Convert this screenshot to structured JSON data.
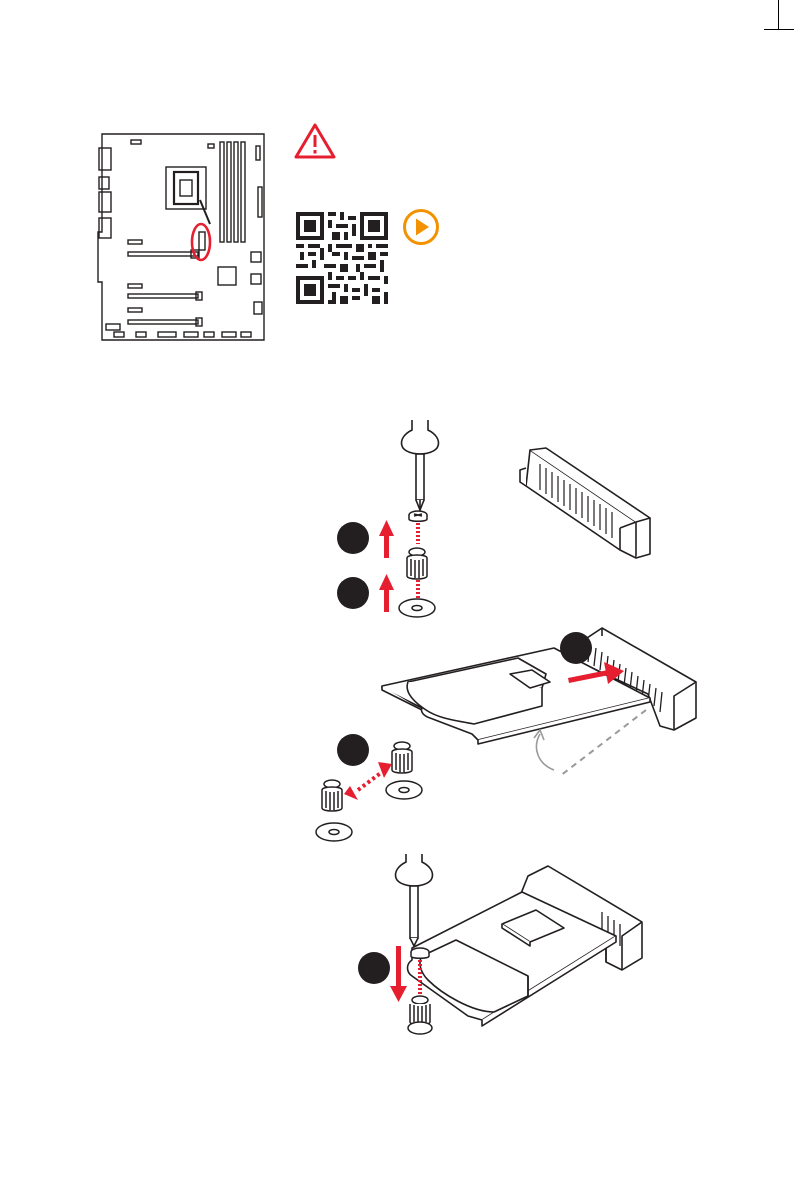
{
  "page": {
    "crop_marks": true
  },
  "overview": {
    "board_icon": "motherboard-layout-icon",
    "highlight": "m2-slot-highlight",
    "warning_icon": "warning-triangle-icon",
    "qr_icon": "qr-code-icon",
    "play_icon": "video-play-icon"
  },
  "steps": [
    {
      "badge_color": "#231f20",
      "icon": "remove-screw-step"
    },
    {
      "badge_color": "#231f20",
      "icon": "remove-standoff-step"
    },
    {
      "badge_color": "#231f20",
      "icon": "insert-m2-card-step"
    },
    {
      "badge_color": "#231f20",
      "icon": "move-standoff-step"
    },
    {
      "badge_color": "#231f20",
      "icon": "secure-screw-step"
    }
  ],
  "colors": {
    "accent_red": "#e51f2f",
    "play_orange": "#f39200",
    "dark": "#231f20"
  }
}
